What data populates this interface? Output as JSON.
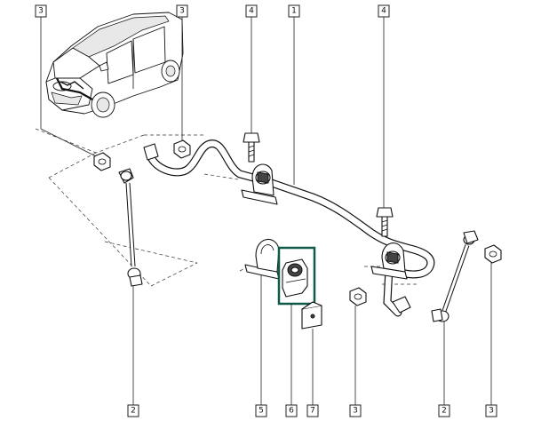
{
  "callouts": {
    "top_left": "3",
    "top_mid": "3",
    "top_bolt_left": "4",
    "top_bar": "1",
    "top_bolt_right": "4",
    "bottom_link_left": "2",
    "bottom_clamp": "5",
    "bottom_bushing": "6",
    "bottom_bracket": "7",
    "bottom_nut": "3",
    "bottom_link_right": "2",
    "bottom_right": "3"
  },
  "colors": {
    "highlight": "#0f5a4a",
    "line": "#111111"
  }
}
